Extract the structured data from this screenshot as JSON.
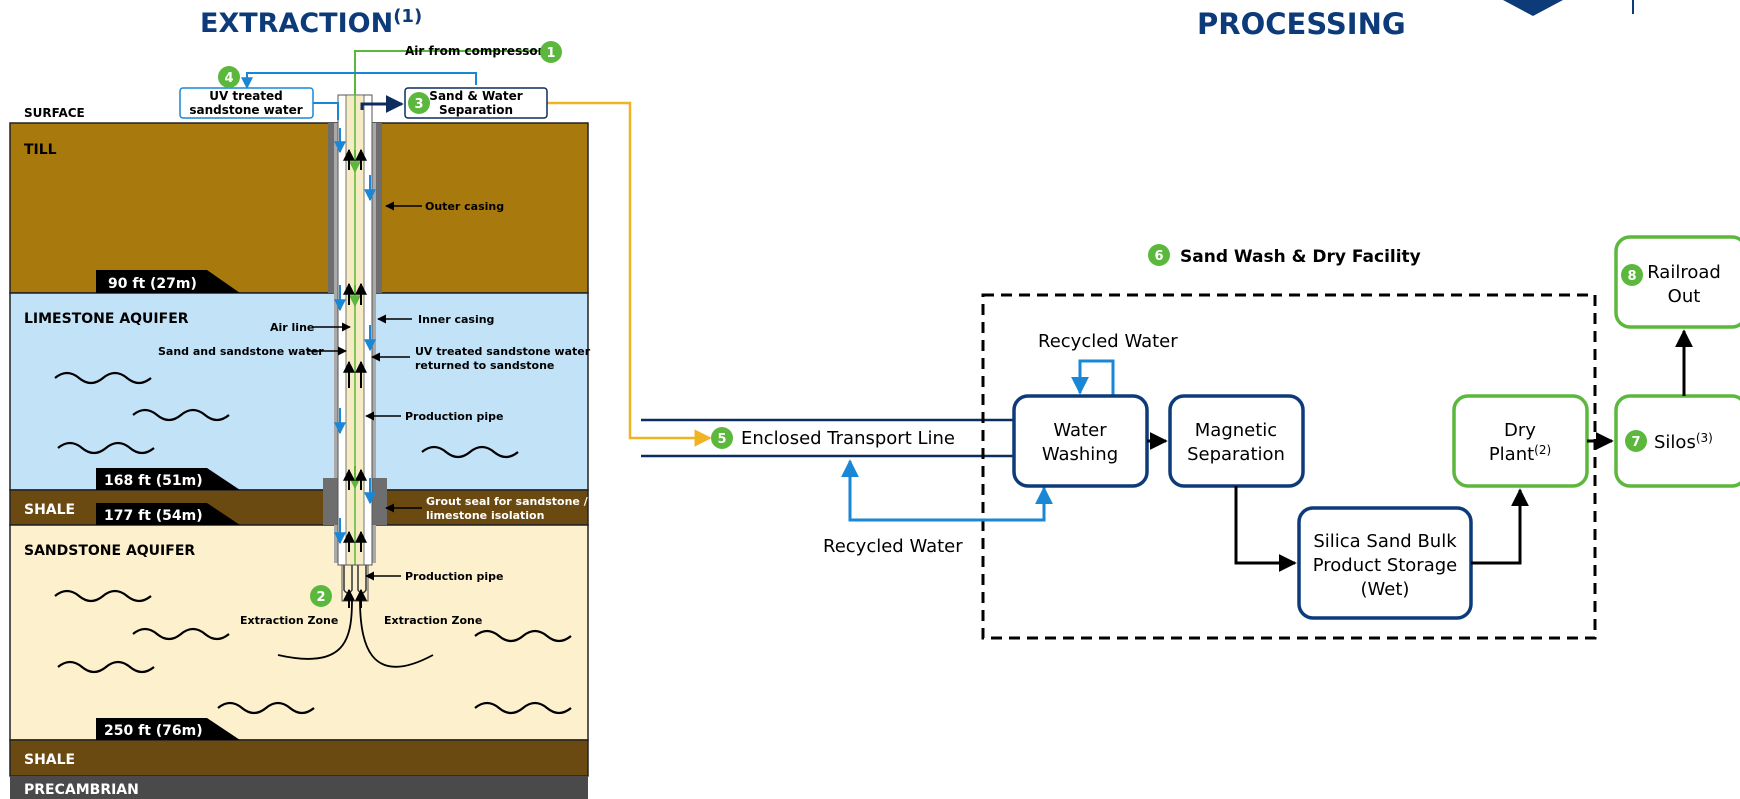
{
  "headers": {
    "extraction": "EXTRACTION",
    "extraction_sup": "(1)",
    "processing": "PROCESSING"
  },
  "geology": {
    "surface": "SURFACE",
    "layers": [
      "TILL",
      "LIMESTONE AQUIFER",
      "SHALE",
      "SANDSTONE AQUIFER",
      "SHALE",
      "PRECAMBRIAN"
    ],
    "depths": [
      "90 ft (27m)",
      "168 ft (51m)",
      "177 ft (54m)",
      "250 ft (76m)"
    ],
    "colors": {
      "till": "#a8790d",
      "limestone": "#c2e2f8",
      "shale": "#6b4a12",
      "sandstone": "#fdf0cd",
      "precambrian": "#4a4a4a"
    }
  },
  "well": {
    "air_from_compressor": "Air from compressor",
    "uv_water_box": [
      "UV treated",
      "sandstone water"
    ],
    "separation_box": [
      "Sand & Water",
      "Separation"
    ],
    "labels": {
      "outer_casing": "Outer casing",
      "inner_casing": "Inner casing",
      "air_line": "Air line",
      "sand_water": "Sand and sandstone water",
      "uv_returned": [
        "UV treated sandstone water",
        "returned to sandstone"
      ],
      "production_pipe_1": "Production pipe",
      "grout_seal": [
        "Grout seal for sandstone /",
        "limestone isolation"
      ],
      "production_pipe_2": "Production pipe",
      "extraction_zone_left": "Extraction Zone",
      "extraction_zone_right": "Extraction Zone"
    }
  },
  "markers": [
    "1",
    "2",
    "3",
    "4",
    "5",
    "6",
    "7",
    "8"
  ],
  "process": {
    "facility_title": "Sand Wash & Dry Facility",
    "recycled_water_top": "Recycled Water",
    "recycled_water_bottom": "Recycled Water",
    "transport_line": "Enclosed Transport Line",
    "water_washing": [
      "Water",
      "Washing"
    ],
    "magnetic_separation": [
      "Magnetic",
      "Separation"
    ],
    "silica_storage": [
      "Silica Sand Bulk",
      "Product Storage",
      "(Wet)"
    ],
    "dry_plant": [
      "Dry",
      "Plant"
    ],
    "dry_plant_sup": "(2)",
    "silos": "Silos",
    "silos_sup": "(3)",
    "railroad": [
      "Railroad",
      "Out"
    ]
  },
  "colors": {
    "navy": "#0d3b7a",
    "green": "#5cb83d",
    "blue": "#1a87d6",
    "orange": "#f0b323",
    "dark_navy": "#0d2d5e"
  }
}
